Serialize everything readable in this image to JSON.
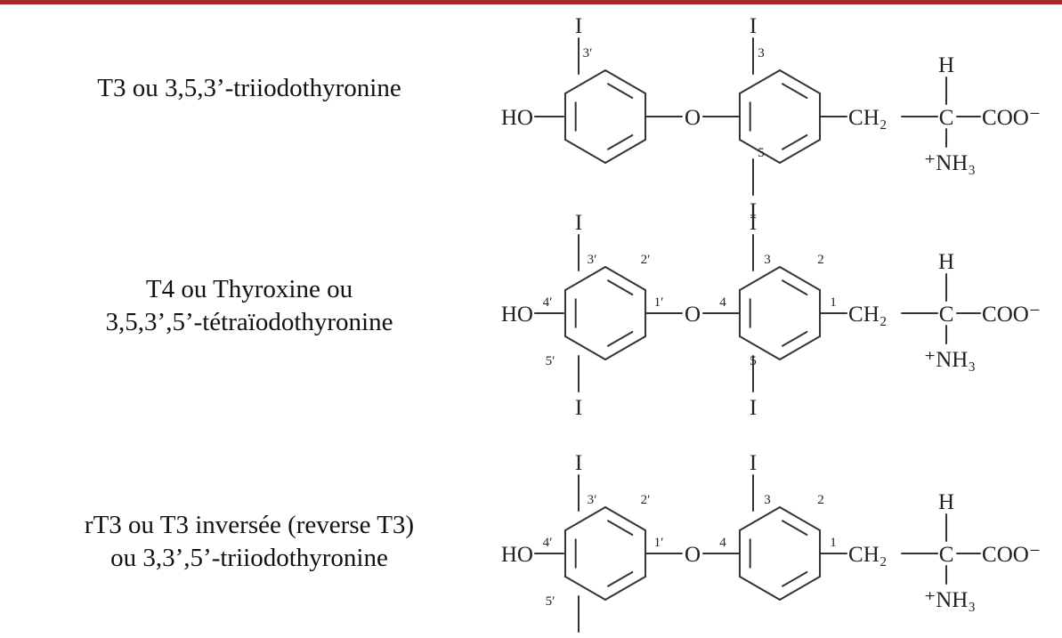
{
  "colors": {
    "top_bar": "#a5282c",
    "bond": "#333333",
    "text": "#222222"
  },
  "structures": [
    {
      "id": "t3",
      "name_lines": [
        "T3 ou 3,5,3’-triiodothyronine"
      ],
      "atoms": {
        "iodine": "I",
        "hydroxyl": "HO",
        "ether": "O",
        "methylene": "CH₂",
        "carbon": "C",
        "hydrogen": "H",
        "carboxylate": "COO⁻",
        "ammonium": "⁺NH₃"
      },
      "positions": [
        "3′",
        "3",
        "5"
      ]
    },
    {
      "id": "t4",
      "name_lines": [
        "T4 ou Thyroxine ou",
        "3,5,3’,5’-tétraïodothyronine"
      ],
      "atoms": {
        "iodine": "I",
        "hydroxyl": "HO",
        "ether": "O",
        "methylene": "CH₂",
        "carbon": "C",
        "hydrogen": "H",
        "carboxylate": "COO⁻",
        "ammonium": "⁺NH₃"
      },
      "positions": [
        "3′",
        "2′",
        "4′",
        "1′",
        "5′",
        "4",
        "3",
        "2",
        "1",
        "5"
      ]
    },
    {
      "id": "rt3",
      "name_lines": [
        "rT3 ou T3 inversée (reverse T3)",
        "ou 3,3’,5’-triiodothyronine"
      ],
      "atoms": {
        "iodine": "I",
        "hydroxyl": "HO",
        "ether": "O",
        "methylene": "CH₂",
        "carbon": "C",
        "hydrogen": "H",
        "carboxylate": "COO⁻",
        "ammonium": "⁺NH₃"
      },
      "positions": [
        "3′",
        "2′",
        "4′",
        "1′",
        "5′",
        "4",
        "3",
        "2",
        "1"
      ]
    }
  ]
}
